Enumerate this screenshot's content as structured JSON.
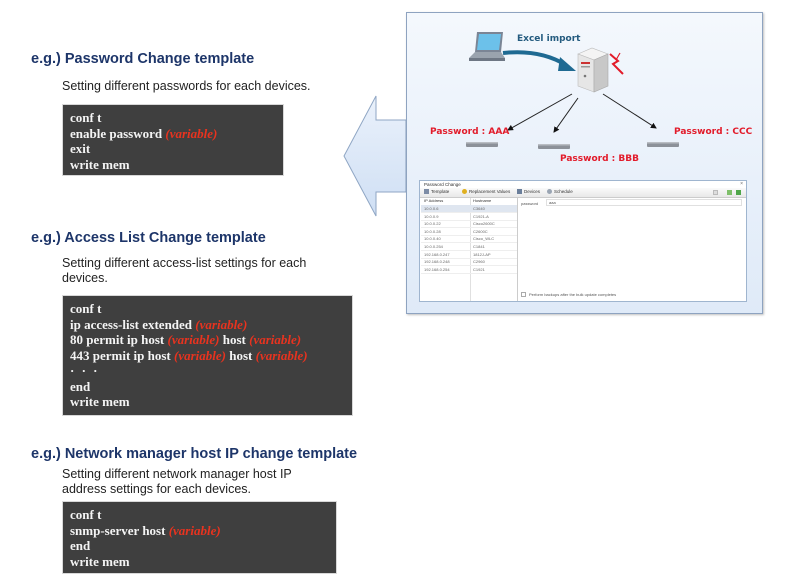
{
  "sections": [
    {
      "title": "e.g.) Password Change template",
      "description": [
        "Setting different passwords for each devices."
      ],
      "code": [
        [
          {
            "t": "conf t"
          }
        ],
        [
          {
            "t": "enable password "
          },
          {
            "t": "(variable)",
            "var": true
          }
        ],
        [
          {
            "t": "exit"
          }
        ],
        [
          {
            "t": "write mem"
          }
        ]
      ]
    },
    {
      "title": "e.g.) Access List Change template",
      "description": [
        "Setting different access-list settings for each",
        "devices."
      ],
      "code": [
        [
          {
            "t": "conf t"
          }
        ],
        [
          {
            "t": "ip access-list extended "
          },
          {
            "t": "(variable)",
            "var": true
          }
        ],
        [
          {
            "t": "80 permit ip host "
          },
          {
            "t": "(variable)",
            "var": true
          },
          {
            "t": " host "
          },
          {
            "t": "(variable)",
            "var": true
          }
        ],
        [
          {
            "t": "443 permit ip host "
          },
          {
            "t": "(variable)",
            "var": true
          },
          {
            "t": " host "
          },
          {
            "t": "(variable)",
            "var": true
          }
        ],
        [
          {
            "t": "· · ·",
            "dots": true
          }
        ],
        [
          {
            "t": "end"
          }
        ],
        [
          {
            "t": "write mem"
          }
        ]
      ]
    },
    {
      "title": "e.g.) Network manager host IP change template",
      "description": [
        "Setting different network manager host IP",
        "address settings for each devices."
      ],
      "code": [
        [
          {
            "t": "conf t"
          }
        ],
        [
          {
            "t": "snmp-server host "
          },
          {
            "t": "(variable)",
            "var": true
          }
        ],
        [
          {
            "t": "end"
          }
        ],
        [
          {
            "t": "write mem"
          }
        ]
      ]
    }
  ],
  "diagram": {
    "import_label": "Excel import",
    "devices": [
      {
        "label": "Password : AAA"
      },
      {
        "label": "Password : BBB"
      },
      {
        "label": "Password : CCC"
      }
    ],
    "colors": {
      "title": "#1d3569",
      "variable": "#e8331f",
      "code_bg": "#3f3f3f",
      "password_label": "#e21b2a",
      "import_arrow": "#1f6a92"
    }
  },
  "miniapp": {
    "title": "Password Change",
    "close": "×",
    "tabs": [
      {
        "label": "Template",
        "icon": "template-icon"
      },
      {
        "label": "Replacement Values",
        "icon": "replace-icon"
      },
      {
        "label": "Devices",
        "icon": "devices-icon"
      },
      {
        "label": "Schedule",
        "icon": "schedule-icon"
      }
    ],
    "columns": [
      "IP Address",
      "Hostname"
    ],
    "rows": [
      [
        "10.0.0.6",
        "C3640"
      ],
      [
        "10.0.0.9",
        "C1921-A"
      ],
      [
        "10.0.0.22",
        "Cisco2600C"
      ],
      [
        "10.0.0.28",
        "C2600C"
      ],
      [
        "10.0.0.40",
        "Cisco_WLC"
      ],
      [
        "10.0.0.254",
        "C1841"
      ],
      [
        "192.168.0.247",
        "1812J-AP"
      ],
      [
        "192.168.0.248",
        "C2960"
      ],
      [
        "192.168.0.254",
        "C1921"
      ]
    ],
    "field_label": "password",
    "field_value": "aaa",
    "checkbox_label": "Perform backups after the bulk update completes"
  }
}
